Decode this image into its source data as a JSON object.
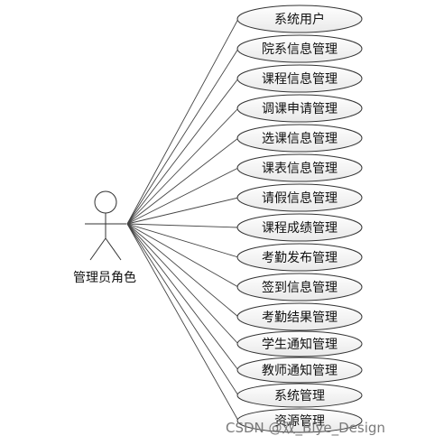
{
  "actor": {
    "label": "管理员角色"
  },
  "use_cases": [
    "系统用户",
    "院系信息管理",
    "课程信息管理",
    "调课申请管理",
    "选课信息管理",
    "课表信息管理",
    "请假信息管理",
    "课程成绩管理",
    "考勤发布管理",
    "签到信息管理",
    "考勤结果管理",
    "学生通知管理",
    "教师通知管理",
    "系统管理",
    "资源管理"
  ],
  "watermark": "CSDN @双_Biye_Design"
}
